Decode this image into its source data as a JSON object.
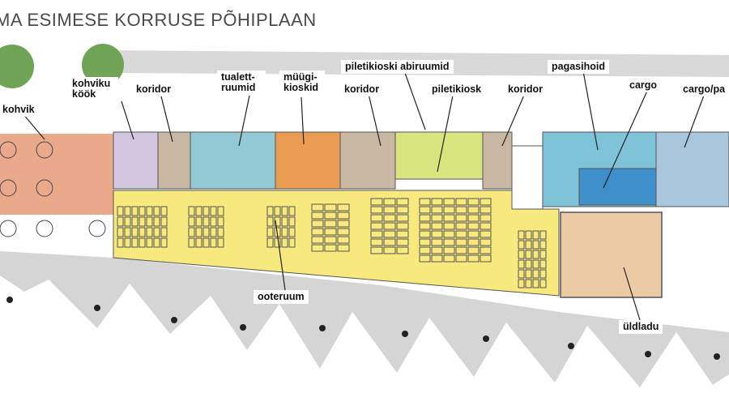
{
  "title": "MA ESIMESE KORRUSE PÕHIPLAAN",
  "colors": {
    "waiting_hall": "#f7e97e",
    "cafe": "#e9a98a",
    "corridor": "#c8b8a3",
    "toilets": "#93c8d5",
    "kiosks": "#e99b52",
    "ticket_kiosk": "#d8e57e",
    "baggage": "#7fc3d8",
    "cargo": "#3f8fcb",
    "storage": "#edcaa6",
    "platform": "#d5d5d5"
  },
  "labels": {
    "kohviku_kook": "kohviku köök",
    "koridor_1": "koridor",
    "tualettruumid": "tualett-ruumid",
    "muugikioskid": "müügi-kioskid",
    "koridor_2": "koridor",
    "piletikioski_abiruumid": "piletikioski abiruumid",
    "piletikiosk": "piletikiosk",
    "koridor_3": "koridor",
    "pagasihoid": "pagasihoid",
    "cargo": "cargo",
    "cargo_pagasihoid": "cargo/pa",
    "kohvik": "kohvik",
    "ooteruum": "ooteruum",
    "uldladu": "üldladu"
  }
}
